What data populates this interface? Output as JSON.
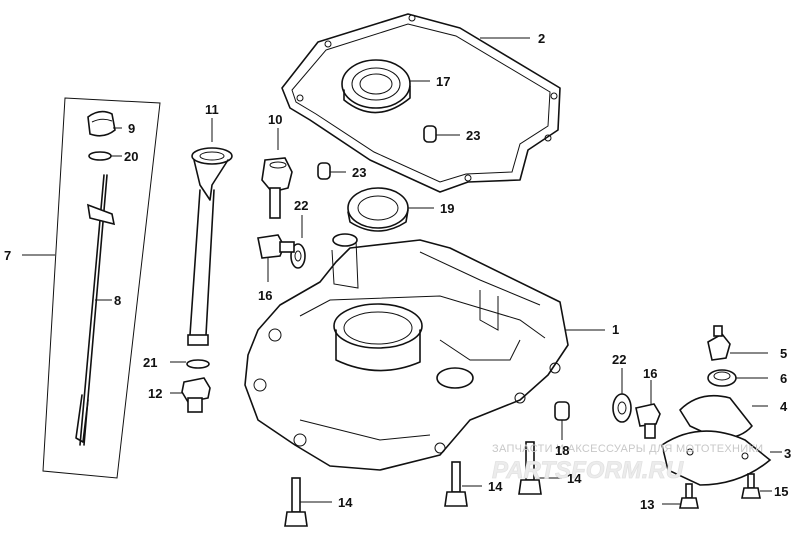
{
  "callouts": {
    "c1": "1",
    "c2": "2",
    "c3": "3",
    "c4": "4",
    "c5": "5",
    "c6": "6",
    "c7": "7",
    "c8": "8",
    "c9": "9",
    "c10": "10",
    "c11": "11",
    "c12": "12",
    "c13": "13",
    "c14a": "14",
    "c14b": "14",
    "c14c": "14",
    "c15": "15",
    "c16a": "16",
    "c16b": "16",
    "c17": "17",
    "c18": "18",
    "c19": "19",
    "c20": "20",
    "c21": "21",
    "c22a": "22",
    "c22b": "22",
    "c23a": "23",
    "c23b": "23"
  },
  "watermark": {
    "line1": "ЗАПЧАСТИ И АКСЕССУАРЫ ДЛЯ МОТОТЕХНИКИ",
    "line2": "PARTSFORM.RU"
  }
}
